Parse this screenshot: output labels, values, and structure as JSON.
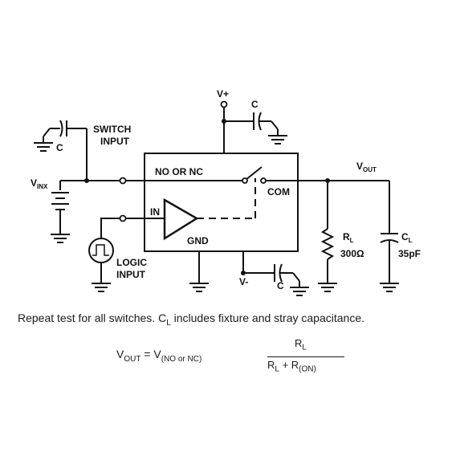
{
  "labels": {
    "vplus": "V+",
    "c_top": "C",
    "c_left": "C",
    "c_bottom": "C",
    "switch_input_1": "SWITCH",
    "switch_input_2": "INPUT",
    "vinx_main": "V",
    "vinx_sub": "INX",
    "no_or_nc": "NO OR NC",
    "com": "COM",
    "vout_main": "V",
    "vout_sub": "OUT",
    "in": "IN",
    "gnd": "GND",
    "vminus": "V-",
    "logic_input_1": "LOGIC",
    "logic_input_2": "INPUT",
    "rl_main": "R",
    "rl_sub": "L",
    "rl_value": "300Ω",
    "cl_main": "C",
    "cl_sub": "L",
    "cl_value": "35pF"
  },
  "caption": {
    "text1": "Repeat test for all switches. C",
    "sub": "L",
    "text2": " includes fixture and stray capacitance."
  },
  "formula": {
    "lhs_v": "V",
    "lhs_sub": "OUT",
    "equals": " = V",
    "v_sub": "(NO or NC)",
    "num_main": "R",
    "num_sub": "L",
    "den_r1": "R",
    "den_r1_sub": "L",
    "den_plus": " + R",
    "den_r2_sub": "(ON)"
  }
}
